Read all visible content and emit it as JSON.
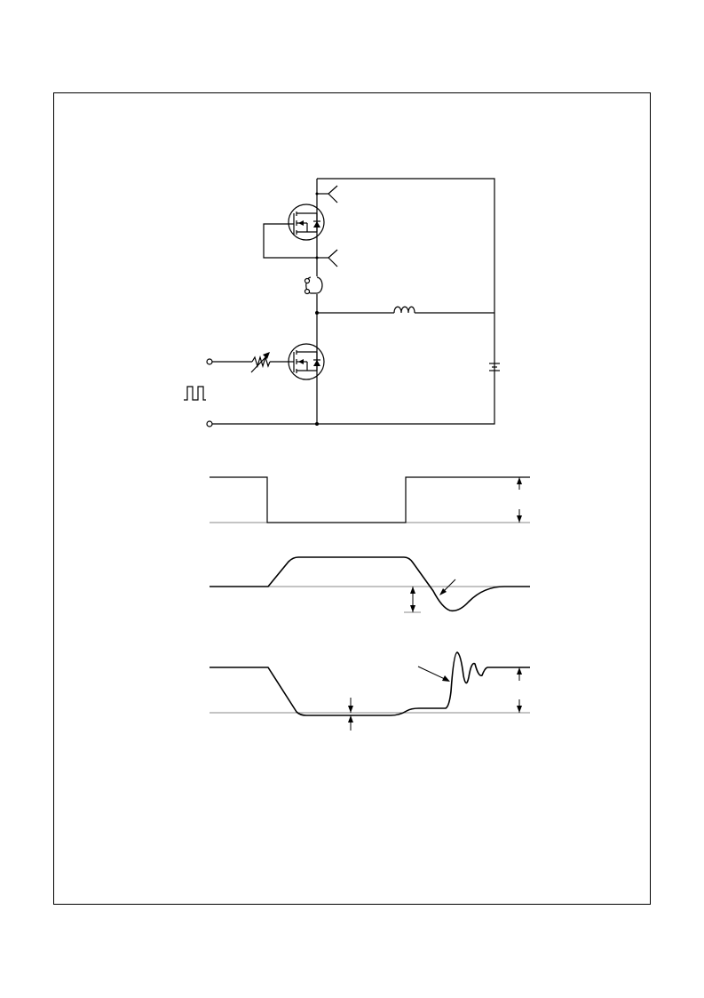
{
  "figure": {
    "caption": "",
    "circuit": {
      "components": [
        "high-side-mosfet",
        "low-side-mosfet",
        "gate-resistor",
        "inductor",
        "current-probe",
        "battery",
        "pulse-source"
      ]
    },
    "waveforms": {
      "count": 3
    }
  },
  "colors": {
    "line": "#000000",
    "reference": "#8a8a8a",
    "background": "#ffffff"
  }
}
